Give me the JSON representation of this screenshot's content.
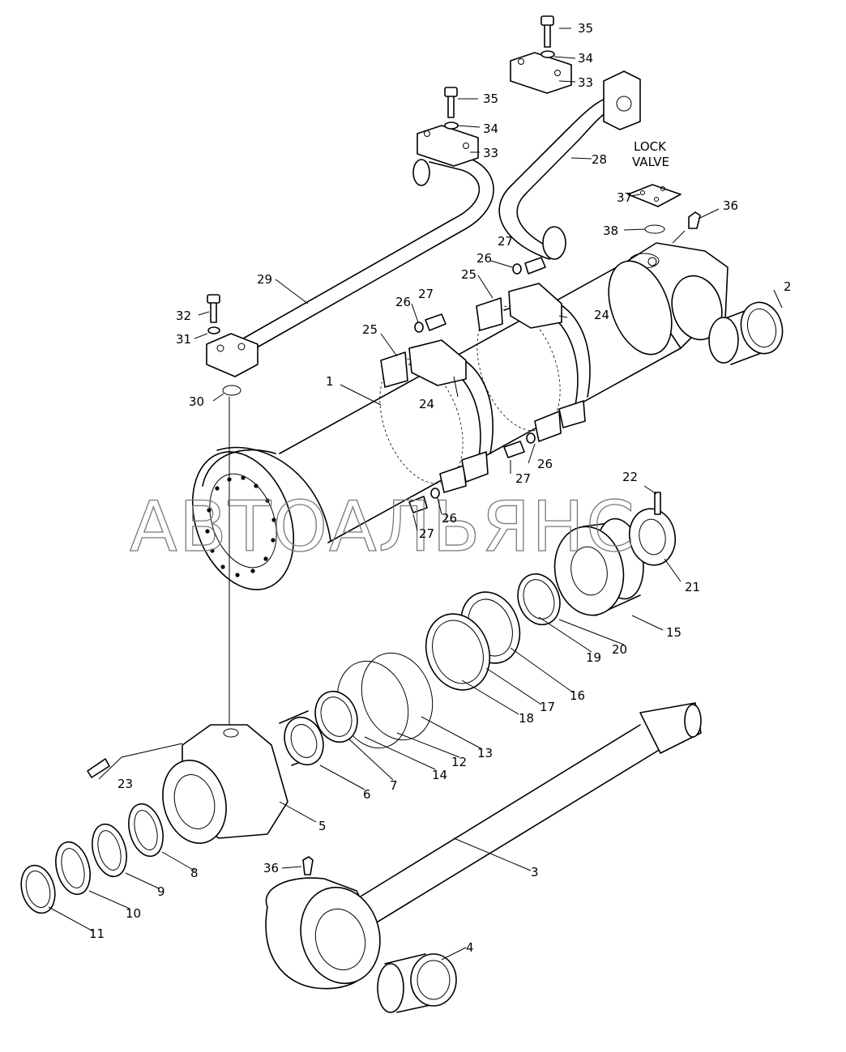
{
  "watermark": "АВТОАЛЬЯНС",
  "lock_valve": {
    "line1": "LOCK",
    "line2": "VALVE"
  },
  "labels": {
    "p1": "1",
    "p2": "2",
    "p3": "3",
    "p4": "4",
    "p5": "5",
    "p6": "6",
    "p7": "7",
    "p8": "8",
    "p9": "9",
    "p10": "10",
    "p11": "11",
    "p12": "12",
    "p13": "13",
    "p14": "14",
    "p15": "15",
    "p16": "16",
    "p17": "17",
    "p18": "18",
    "p19": "19",
    "p20": "20",
    "p21": "21",
    "p22": "22",
    "p23": "23",
    "p24a": "24",
    "p24b": "24",
    "p25a": "25",
    "p25b": "25",
    "p26a": "26",
    "p26b": "26",
    "p26c": "26",
    "p26d": "26",
    "p27a": "27",
    "p27b": "27",
    "p27c": "27",
    "p27d": "27",
    "p28": "28",
    "p29": "29",
    "p30": "30",
    "p31": "31",
    "p32": "32",
    "p33a": "33",
    "p33b": "33",
    "p34a": "34",
    "p34b": "34",
    "p35a": "35",
    "p35b": "35",
    "p36a": "36",
    "p36b": "36",
    "p37": "37",
    "p38": "38"
  }
}
